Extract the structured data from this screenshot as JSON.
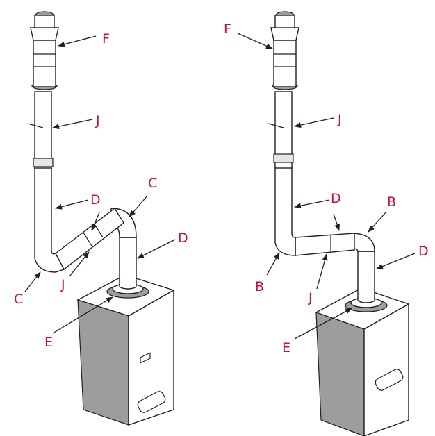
{
  "colors": {
    "label": "#c8102e",
    "line": "#231f20",
    "cabinet_side": "#9d9d9d"
  },
  "left_assembly": {
    "labels": {
      "F": "F",
      "J_upper": "J",
      "D_vertical": "D",
      "C_upper": "C",
      "J_lower": "J",
      "D_horizontal": "D",
      "C_lower": "C",
      "D_boiler": "D",
      "E": "E"
    }
  },
  "right_assembly": {
    "labels": {
      "F": "F",
      "J_upper": "J",
      "D_vertical": "D",
      "B_upper": "B",
      "D_horizontal": "D",
      "B_lower": "B",
      "J_lower": "J",
      "D_boiler": "D",
      "E": "E"
    }
  }
}
